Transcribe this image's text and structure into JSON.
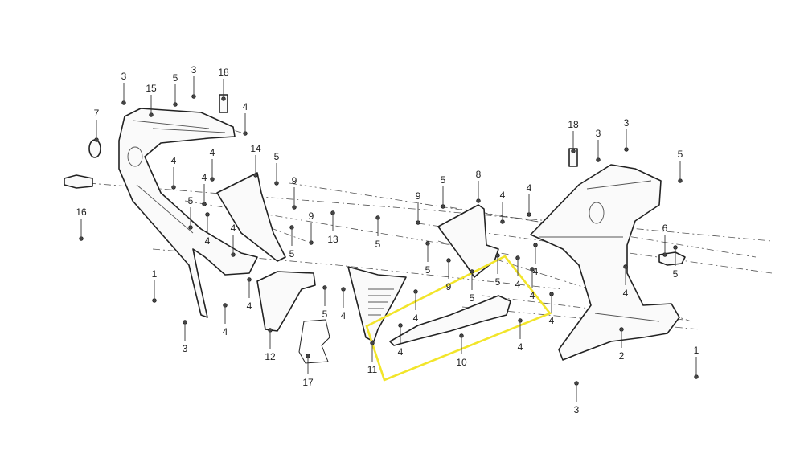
{
  "diagram": {
    "highlight_color": "#f2e52a",
    "callouts": [
      "3",
      "15",
      "5",
      "3",
      "18",
      "4",
      "7",
      "4",
      "4",
      "14",
      "5",
      "4",
      "9",
      "5",
      "9",
      "4",
      "4",
      "16",
      "13",
      "1",
      "5",
      "4",
      "5",
      "4",
      "4",
      "3",
      "12",
      "17",
      "5",
      "4",
      "4",
      "9",
      "5",
      "8",
      "4",
      "5",
      "9",
      "5",
      "5",
      "4",
      "4",
      "4",
      "4",
      "10",
      "11",
      "18",
      "3",
      "3",
      "5",
      "4",
      "6",
      "5",
      "4",
      "1",
      "2",
      "3",
      "4"
    ]
  }
}
